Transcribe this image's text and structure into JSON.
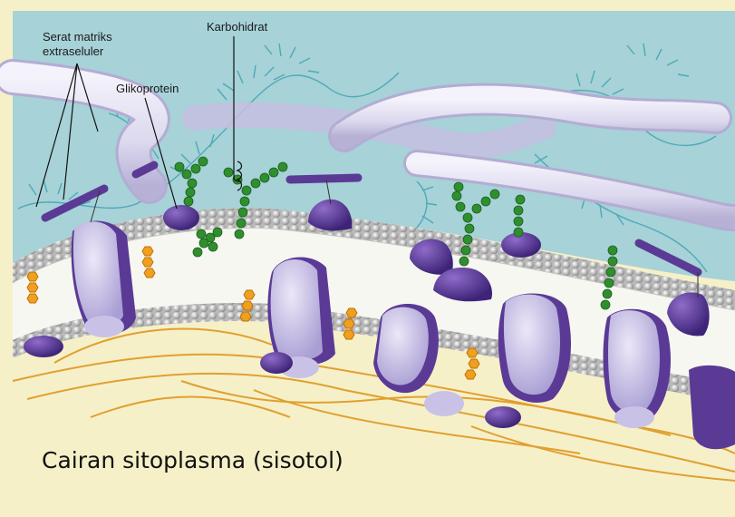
{
  "labels": {
    "serat_line1": "Serat matriks",
    "serat_line2": "extraseluler",
    "karbohidrat": "Karbohidrat",
    "glikoprotein": "Glikoprotein"
  },
  "caption": "Cairan sitoplasma (sisotol)",
  "colors": {
    "extracellular": "#a6d2d8",
    "cytoplasm": "#f6f0c8",
    "fiber": "#e6e3f1",
    "protein_light": "#c9c2e6",
    "protein_dark": "#5b3a96",
    "carbohydrate": "#2f8f2f",
    "cholesterol": "#f0a020",
    "filament": "#e0a030",
    "fern": "#4fa9b7"
  }
}
